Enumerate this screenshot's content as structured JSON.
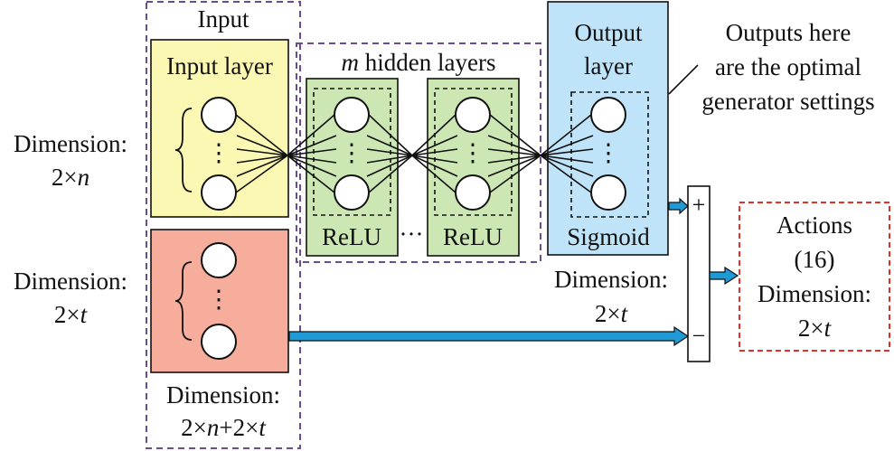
{
  "input_group": {
    "title": "Input",
    "dimension_label": "Dimension:",
    "dimension_value_parts": [
      "2×",
      "n",
      "+2×",
      "t"
    ]
  },
  "input_layer": {
    "title": "Input layer",
    "color": "#fbf8b3"
  },
  "side_labels": {
    "upper_dimension_label": "Dimension:",
    "upper_dimension_value_parts": [
      "2×",
      "n"
    ],
    "lower_dimension_label": "Dimension:",
    "lower_dimension_value_parts": [
      "2×",
      "t"
    ]
  },
  "lower_input": {
    "color": "#f6ad9c"
  },
  "hidden_group": {
    "title_var": "m",
    "title_text": " hidden layers",
    "activation_left": "ReLU",
    "ellipsis": "···",
    "activation_right": "ReLU",
    "color": "#cce7b4"
  },
  "output_layer": {
    "title_line1": "Output",
    "title_line2": "layer",
    "activation": "Sigmoid",
    "color": "#bfe4f9"
  },
  "annotation": {
    "line1": "Outputs here",
    "line2": "are the optimal",
    "line3": "generator settings"
  },
  "output_dimension": {
    "label": "Dimension:",
    "value_parts": [
      "2×",
      "t"
    ]
  },
  "combiner": {
    "plus": "+",
    "minus": "−"
  },
  "actions": {
    "title": "Actions",
    "number": "(16)",
    "dimension_label": "Dimension:",
    "value_parts": [
      "2×",
      "t"
    ]
  },
  "colors": {
    "dashed_group_border": "#6a4c93",
    "actions_border": "#e0302a",
    "arrow_fill": "#1e9ad6"
  }
}
